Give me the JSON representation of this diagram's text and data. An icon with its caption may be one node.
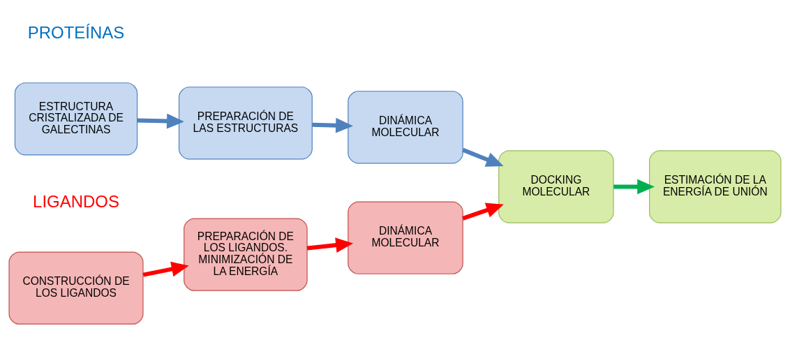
{
  "diagram": {
    "nodes": [
      {
        "text": [
          "ESTRUCTURA CRISTALIZADA DE GALECTINAS"
        ]
      },
      {
        "text": [
          "PREPARACIÓN DE LAS ESTRUCTURAS"
        ]
      },
      {
        "text": [
          "DINÁMICA MOLECULAR"
        ]
      },
      {
        "text": [
          "DOCKING MOLECULAR"
        ]
      },
      {
        "text": [
          "ESTIMACIÓN DE LA ENERGÍA DE UNIÓN"
        ]
      },
      {
        "text": [
          "CONSTRUCCIÓN DE LOS LIGANDOS"
        ]
      },
      {
        "text": [
          "PREPARACIÓN DE LOS LIGANDOS. MINIMIZACIÓN DE LA ENERGÍA"
        ]
      },
      {
        "text": [
          "DINÁMICA MOLECULAR"
        ]
      }
    ],
    "edges": [
      {
        "from": 0,
        "to": 1,
        "arrow": "to",
        "color": "#4f81bd"
      },
      {
        "from": 1,
        "to": 2,
        "arrow": "to",
        "color": "#4f81bd"
      },
      {
        "from": 2,
        "to": 3,
        "arrow": "to",
        "color": "#4f81bd"
      },
      {
        "from": 3,
        "to": 4,
        "arrow": "to",
        "color": "#00b050"
      },
      {
        "from": 5,
        "to": 6,
        "arrow": "to",
        "color": "#ff0000"
      },
      {
        "from": 6,
        "to": 7,
        "arrow": "to",
        "color": "#ff0000"
      },
      {
        "from": 7,
        "to": 3,
        "arrow": "to",
        "color": "#ff0000"
      }
    ],
    "labels": [
      "PROTEÍNAS",
      "LIGANDOS"
    ]
  }
}
